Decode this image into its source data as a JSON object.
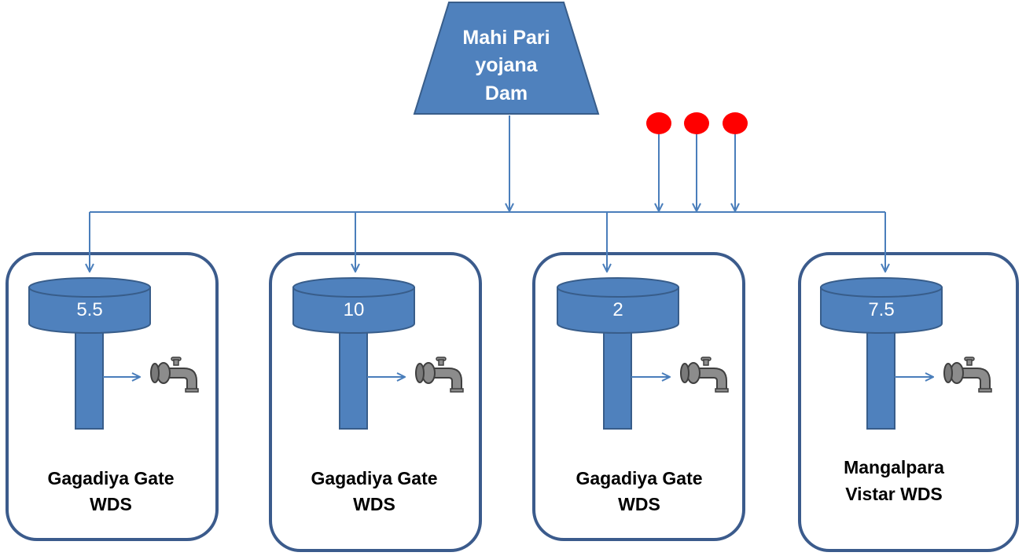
{
  "dam": {
    "lines": [
      "Mahi Pari",
      "yojana",
      "Dam"
    ]
  },
  "stations": [
    {
      "tank_value": "5.5",
      "name_lines": [
        "Gagadiya Gate",
        "WDS"
      ]
    },
    {
      "tank_value": "10",
      "name_lines": [
        "Gagadiya Gate",
        "WDS"
      ]
    },
    {
      "tank_value": "2",
      "name_lines": [
        "Gagadiya Gate",
        "WDS"
      ]
    },
    {
      "tank_value": "7.5",
      "name_lines": [
        "Mangalpara",
        "Vistar WDS"
      ]
    }
  ],
  "sources_count": 3,
  "colors": {
    "line": "#4a7ebb",
    "fill": "#4f81bd",
    "fill_stroke": "#385d8a",
    "box_stroke": "#3b5b8c",
    "source": "#ff0000",
    "tap": "#7f7f7f"
  },
  "icons": [
    "tap-icon"
  ]
}
